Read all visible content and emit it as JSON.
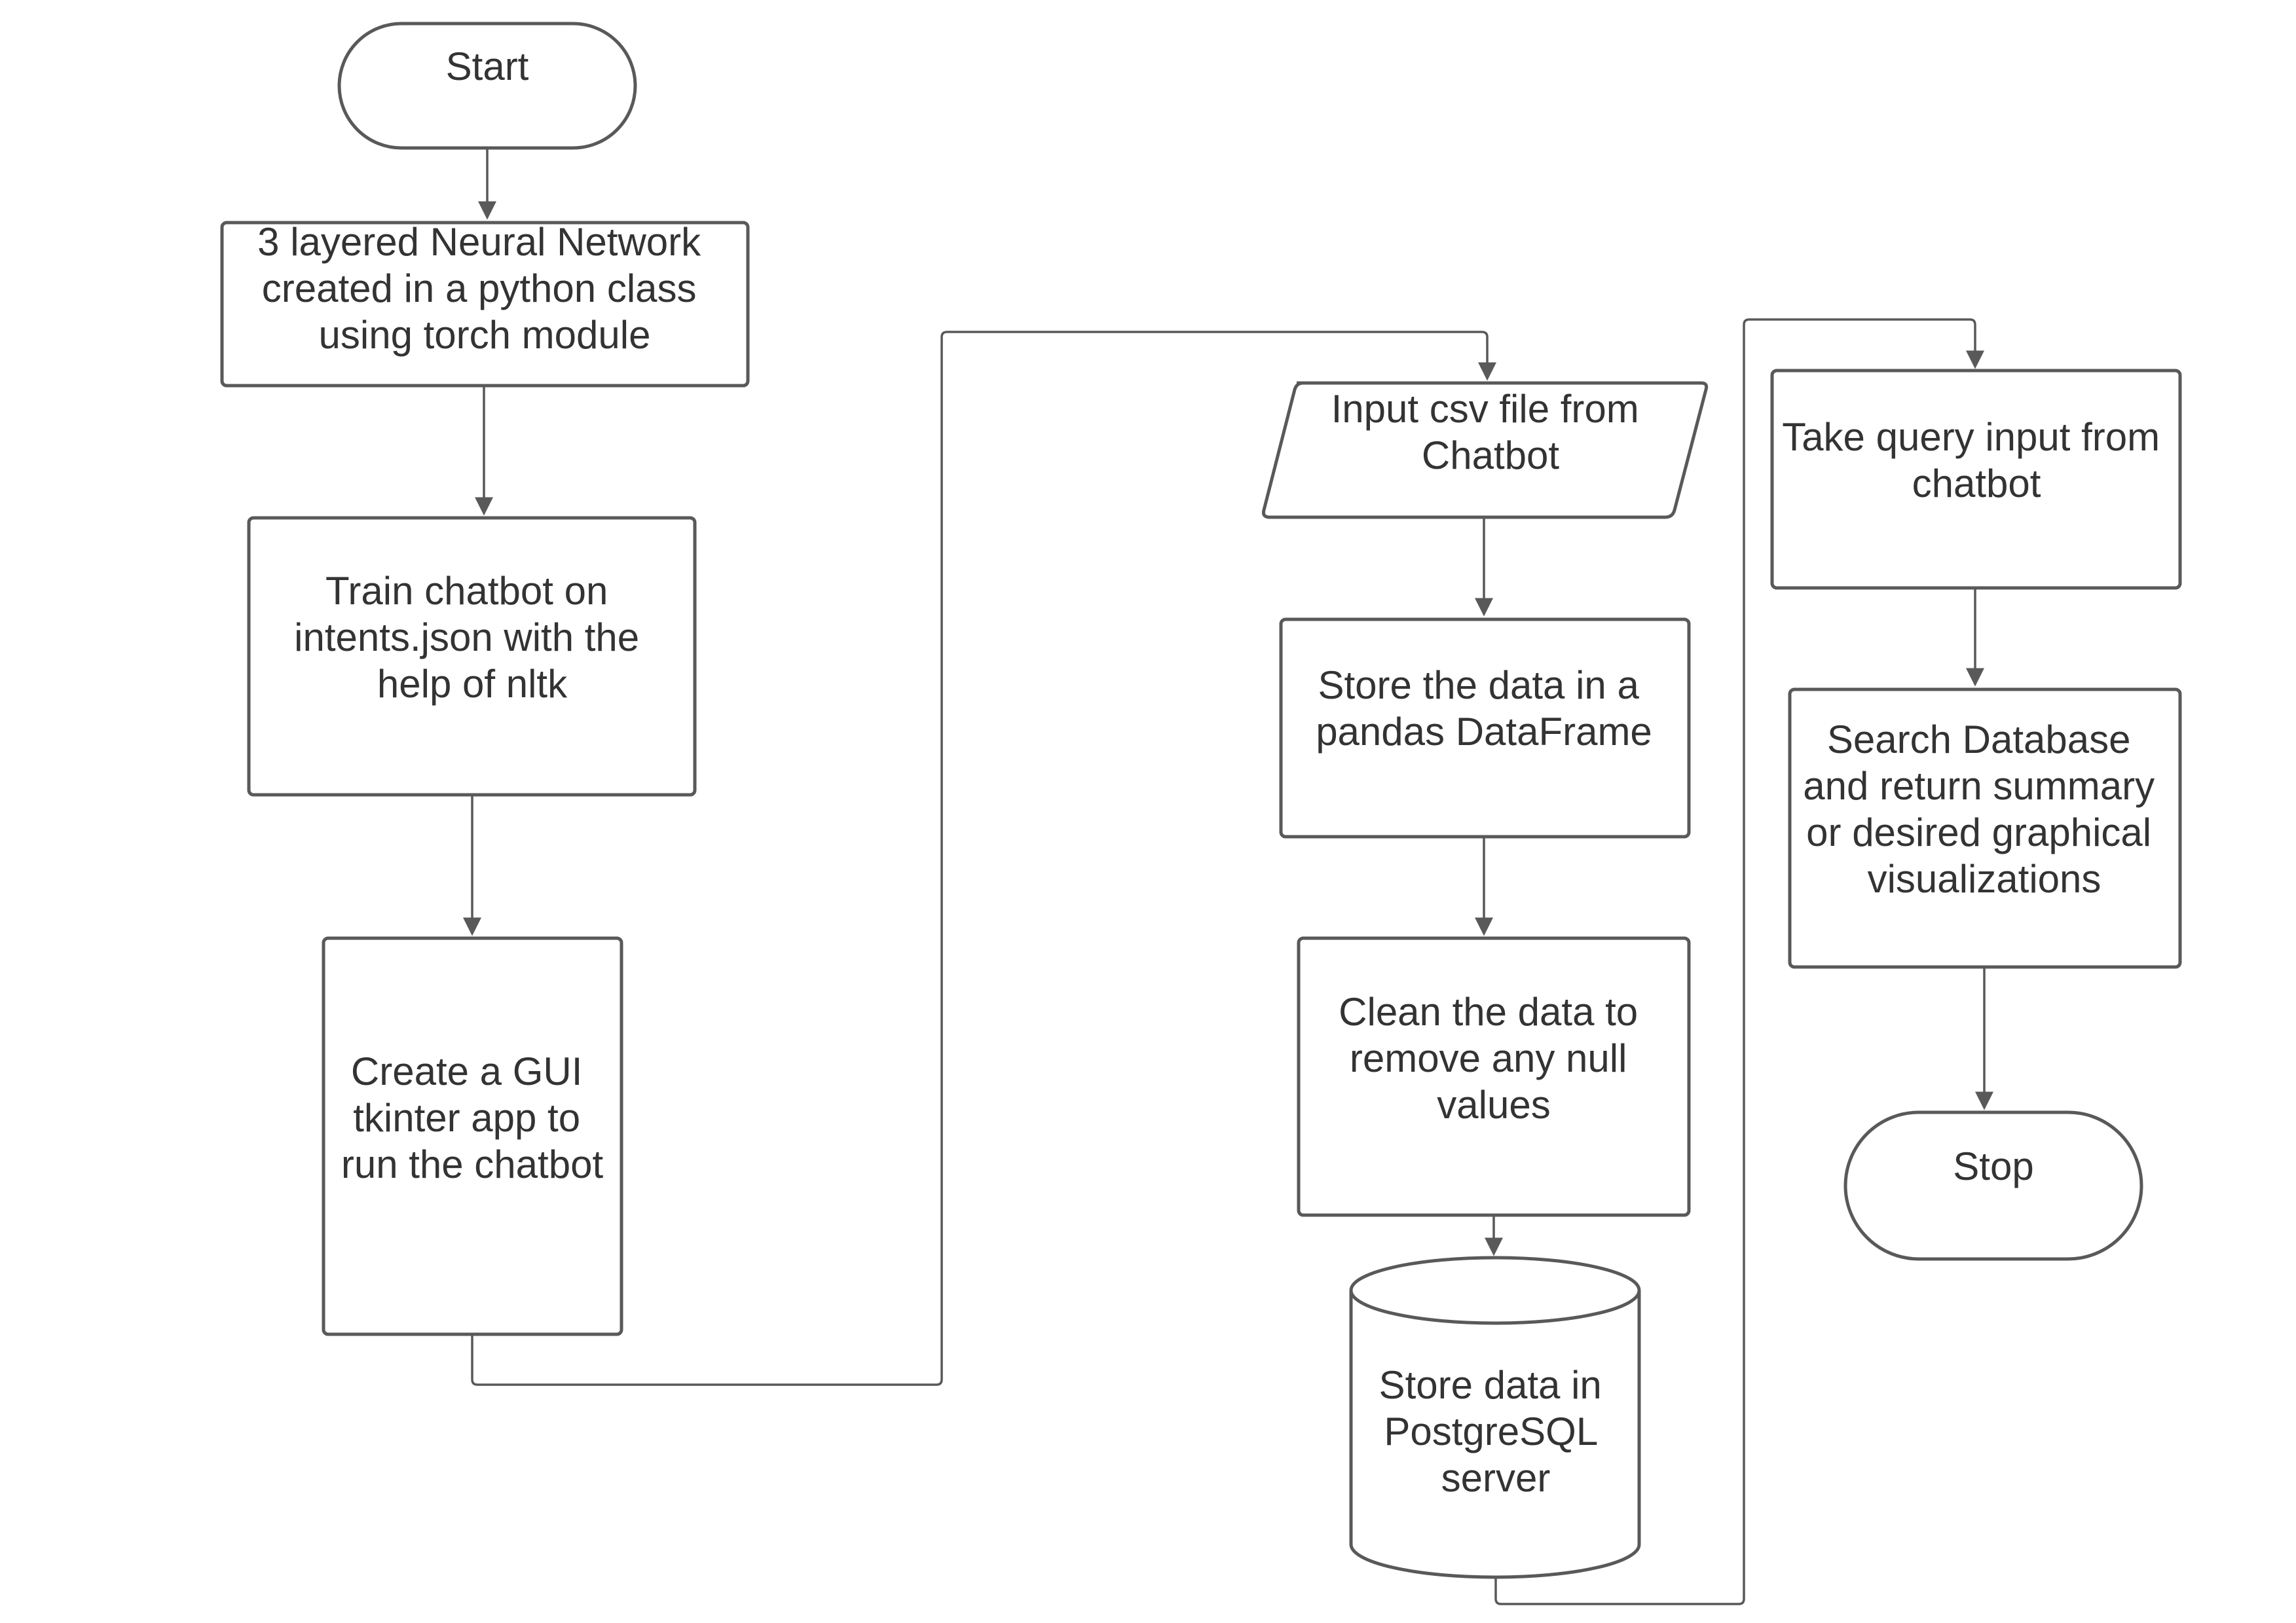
{
  "diagram": {
    "stroke_color": "#595959",
    "text_color": "#333333",
    "nodes": [
      {
        "id": "start",
        "shape": "terminal",
        "lines": [
          "Start"
        ]
      },
      {
        "id": "neural-network",
        "shape": "process",
        "lines": [
          "3 layered Neural Network",
          "created in a python class",
          "using torch module"
        ]
      },
      {
        "id": "train-chatbot",
        "shape": "process",
        "lines": [
          "Train chatbot on",
          "intents.json with the",
          "help of nltk"
        ]
      },
      {
        "id": "create-gui",
        "shape": "process",
        "lines": [
          "Create a GUI",
          "tkinter app to",
          "run the chatbot"
        ]
      },
      {
        "id": "input-csv",
        "shape": "io",
        "lines": [
          "Input csv file from",
          "Chatbot"
        ]
      },
      {
        "id": "store-dataframe",
        "shape": "process",
        "lines": [
          "Store the data in a",
          "pandas DataFrame"
        ]
      },
      {
        "id": "clean-data",
        "shape": "process",
        "lines": [
          "Clean the data to",
          "remove any null",
          "values"
        ]
      },
      {
        "id": "store-postgres",
        "shape": "database",
        "lines": [
          "Store data in",
          "PostgreSQL",
          "server"
        ]
      },
      {
        "id": "take-query",
        "shape": "process",
        "lines": [
          "Take query input from",
          "chatbot"
        ]
      },
      {
        "id": "search-database",
        "shape": "process",
        "lines": [
          "Search Database",
          "and return summary",
          "or desired graphical",
          "visualizations"
        ]
      },
      {
        "id": "stop",
        "shape": "terminal",
        "lines": [
          "Stop"
        ]
      }
    ],
    "edges": [
      {
        "from": "start",
        "to": "neural-network"
      },
      {
        "from": "neural-network",
        "to": "train-chatbot"
      },
      {
        "from": "train-chatbot",
        "to": "create-gui"
      },
      {
        "from": "create-gui",
        "to": "input-csv"
      },
      {
        "from": "input-csv",
        "to": "store-dataframe"
      },
      {
        "from": "store-dataframe",
        "to": "clean-data"
      },
      {
        "from": "clean-data",
        "to": "store-postgres"
      },
      {
        "from": "store-postgres",
        "to": "take-query"
      },
      {
        "from": "take-query",
        "to": "search-database"
      },
      {
        "from": "search-database",
        "to": "stop"
      }
    ]
  }
}
